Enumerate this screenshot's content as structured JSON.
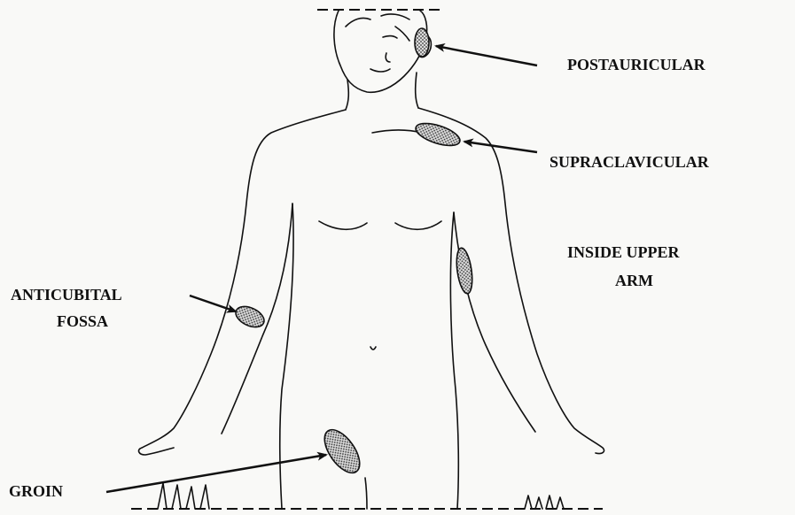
{
  "labels": {
    "postauricular": "POSTAURICULAR",
    "supraclavicular": "SUPRACLAVICULAR",
    "inside_upper_arm_line1": "INSIDE UPPER",
    "inside_upper_arm_line2": "ARM",
    "anticubital_line1": "ANTICUBITAL",
    "anticubital_line2": "FOSSA",
    "groin": "GROIN"
  },
  "colors": {
    "ink": "#111111",
    "paper": "#f9f9f7",
    "site_fill": "#8a8a8a"
  }
}
